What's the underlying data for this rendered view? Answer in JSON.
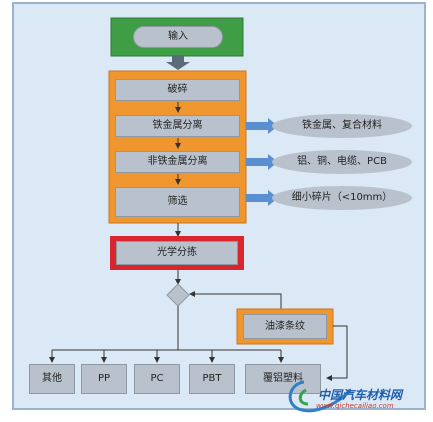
{
  "nodes": {
    "input": "输入",
    "crush": "破碎",
    "ferrous": "铁金属分离",
    "nonferrous": "非铁金属分离",
    "screen": "筛选",
    "optical": "光学分拣",
    "oilpaint": "油漆条纹"
  },
  "outputs": {
    "ferrous": "铁金属、复合材料",
    "nonferrous": "铝、铜、电缆、PCB",
    "screen": "细小碎片（<10mm）"
  },
  "bins": [
    "其他",
    "PP",
    "PC",
    "PBT",
    "覆铝塑料"
  ],
  "watermark": {
    "name": "中国汽车材料网",
    "url": "www.qichecailiao.com"
  },
  "colors": {
    "input_block": "#3f9e45",
    "process_group": "#f0962e",
    "optical_border": "#d8252e",
    "node_fill": "#b9c2cc",
    "background": "#dbe8f5"
  }
}
